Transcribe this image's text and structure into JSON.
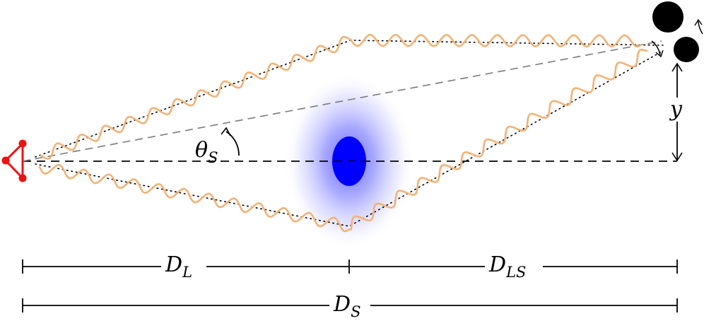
{
  "labels": {
    "theta": {
      "main": "θ",
      "sub": "S"
    },
    "y": "y",
    "dl": {
      "main": "D",
      "sub": "L"
    },
    "dls": {
      "main": "D",
      "sub": "LS"
    },
    "ds": {
      "main": "D",
      "sub": "S"
    }
  },
  "colors": {
    "wave": "#f3b276",
    "lens": "#0000ff",
    "lens_halo": "#5c5cff",
    "detector": "#ee1111",
    "source": "#000000",
    "line": "#000000",
    "dashed_ray": "#7a7a7a"
  },
  "icons": {
    "detector": "triangle-detector-icon",
    "binary_source": "binary-black-hole-icon",
    "orbit": "orbit-arrow-icon"
  }
}
